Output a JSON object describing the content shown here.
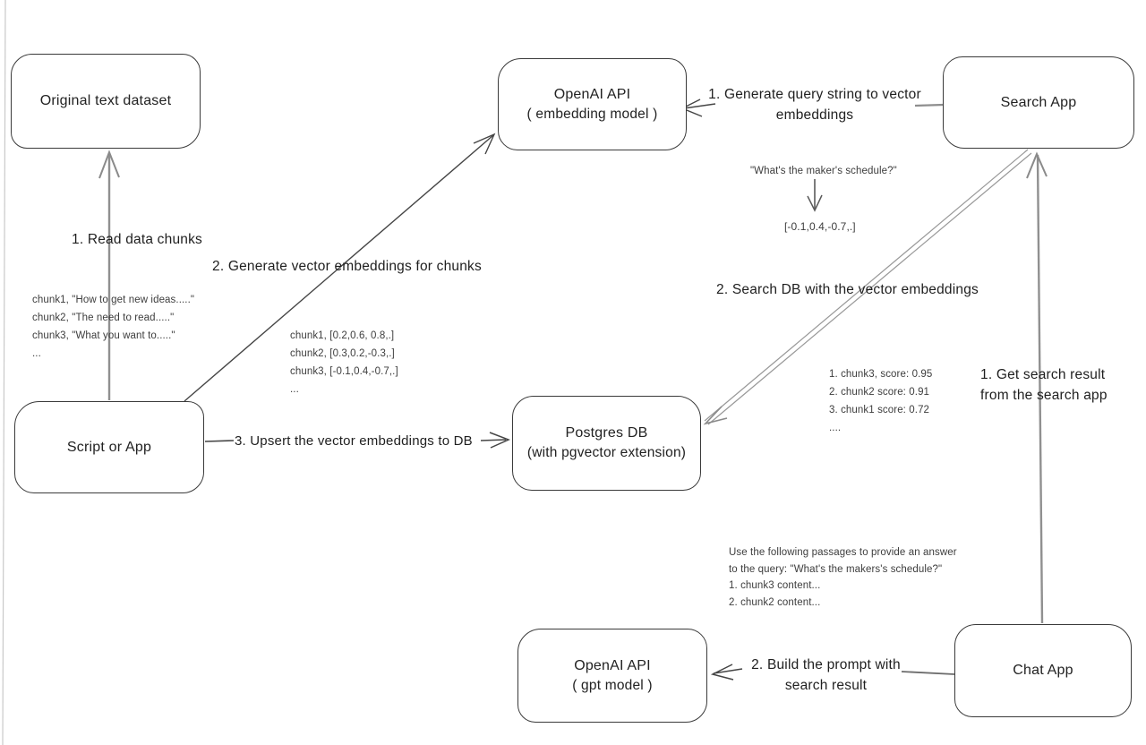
{
  "nodes": {
    "original_dataset": {
      "title": "Original text dataset"
    },
    "openai_embedding": {
      "title": "OpenAI API",
      "subtitle": "( embedding model )"
    },
    "search_app": {
      "title": "Search App"
    },
    "script_app": {
      "title": "Script or App"
    },
    "postgres_db": {
      "title": "Postgres DB",
      "subtitle": "(with pgvector extension)"
    },
    "openai_gpt": {
      "title": "OpenAI API",
      "subtitle": "( gpt model )"
    },
    "chat_app": {
      "title": "Chat App"
    }
  },
  "edges": {
    "read_chunks": "1. Read data chunks",
    "gen_embeddings": "2. Generate vector embeddings for chunks",
    "upsert": "3. Upsert the vector embeddings  to DB",
    "query_to_vector_line1": "1. Generate query string to vector",
    "query_to_vector_line2": "embeddings",
    "search_db": "2. Search DB with the vector embeddings",
    "get_result_line1": "1. Get search result",
    "get_result_line2": "from the search app",
    "build_prompt_line1": "2. Build the prompt with",
    "build_prompt_line2": "search result"
  },
  "annotations": {
    "chunks": [
      "chunk1, \"How to get new ideas.....\"",
      "chunk2, \"The need to read.....\"",
      "chunk3, \"What you want to.....\"",
      "..."
    ],
    "vectors": [
      "chunk1, [0.2,0.6, 0.8,.]",
      "chunk2, [0.3,0.2,-0.3,.]",
      "chunk3, [-0.1,0.4,-0.7,.]",
      "..."
    ],
    "query": "\"What's the maker's schedule?\"",
    "query_vector": "[-0.1,0.4,-0.7,.]",
    "scores": [
      "1. chunk3, score: 0.95",
      "2. chunk2 score: 0.91",
      "3. chunk1 score: 0.72",
      "...."
    ],
    "prompt": [
      "Use the following passages to provide an answer",
      "to the query: \"What's the makers's schedule?\"",
      "1. chunk3 content...",
      "2. chunk2 content..."
    ]
  },
  "colors": {
    "ink": "#3a3a3a",
    "gray_arrow": "#909090",
    "dark_arrow": "#454545",
    "background": "#ffffff"
  }
}
